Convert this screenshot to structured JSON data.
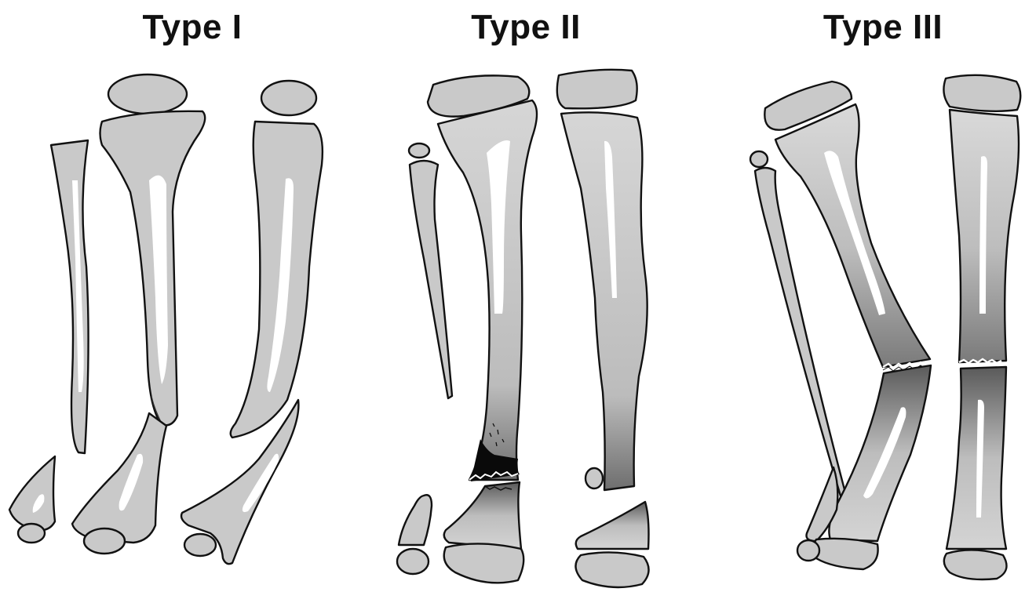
{
  "panels": [
    {
      "title": "Type I"
    },
    {
      "title": "Type II"
    },
    {
      "title": "Type III"
    }
  ],
  "colors": {
    "bone": "#c9c9c9",
    "outline": "#111111",
    "fracture": "#0a0a0a",
    "highlight": "#ffffff"
  }
}
